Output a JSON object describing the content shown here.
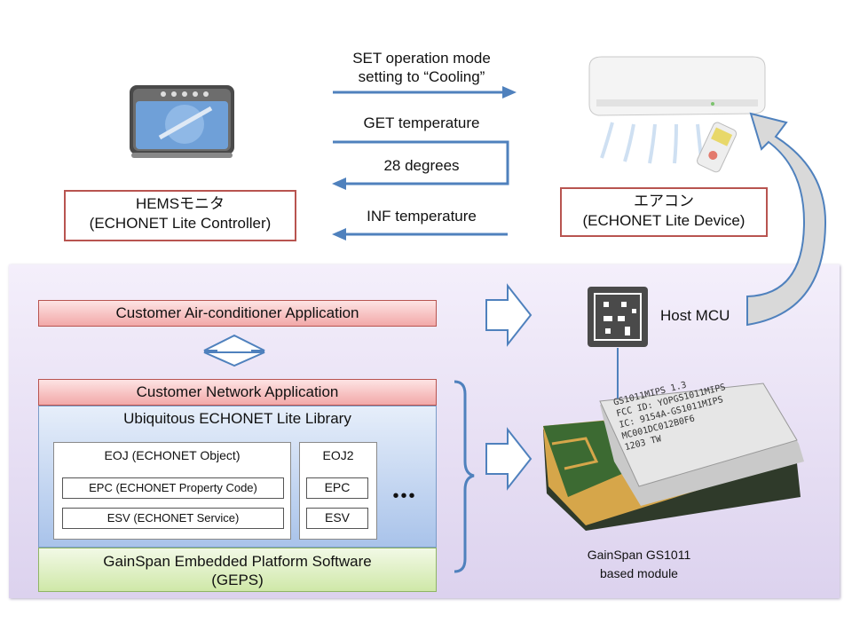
{
  "messages": {
    "set": "SET operation mode\nsetting to “Cooling”",
    "get": "GET temperature",
    "reply": "28 degrees",
    "inf": "INF temperature"
  },
  "hems": {
    "label": "HEMSモニタ\n(ECHONET Lite Controller)"
  },
  "aircon": {
    "label": "エアコン\n(ECHONET Lite Device)"
  },
  "stack": {
    "app": "Customer Air-conditioner Application",
    "net": "Customer Network Application",
    "lib": "Ubiquitous ECHONET Lite Library",
    "eoj1": "EOJ (ECHONET Object)",
    "epc": "EPC (ECHONET Property Code)",
    "esv": "ESV (ECHONET Service)",
    "eoj2": "EOJ2",
    "epc2": "EPC",
    "esv2": "ESV",
    "dots": "•••",
    "geps": "GainSpan Embedded Platform Software\n(GEPS)"
  },
  "hw": {
    "mcu": "Host MCU",
    "module": "GainSpan GS1011\nbased module",
    "chip_text": "GS1011MIPS  1.3\nFCC ID: YOPGS1011MIPS\nIC: 9154A-GS1011MIPS\nMC001DC012B0F6\n1203     TW"
  },
  "colors": {
    "arrow": "#4f81bd",
    "frame": "#b85450"
  }
}
